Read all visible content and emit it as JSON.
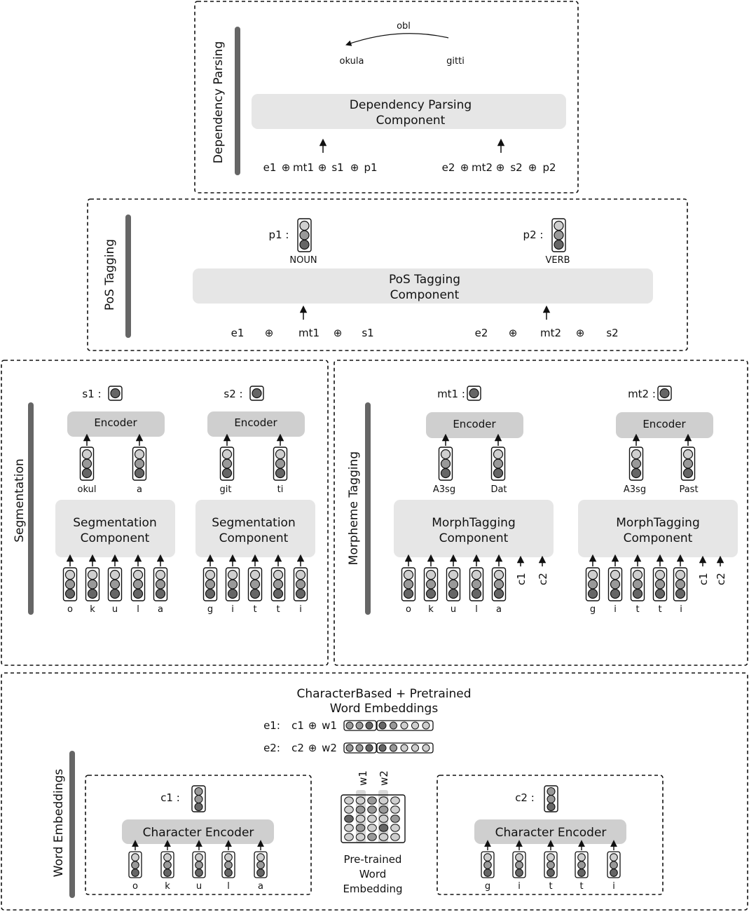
{
  "dep": {
    "side": "Dependency Parsing",
    "arc": "obl",
    "w1": "okula",
    "w2": "gitti",
    "comp1": "Dependency Parsing",
    "comp2": "Component",
    "in1": [
      "e1",
      "mt1",
      "s1",
      "p1"
    ],
    "in2": [
      "e2",
      "mt2",
      "s2",
      "p2"
    ]
  },
  "pos": {
    "side": "PoS Tagging",
    "p1": "p1 :",
    "p2": "p2 :",
    "tag1": "NOUN",
    "tag2": "VERB",
    "comp1": "PoS Tagging",
    "comp2": "Component",
    "in1": [
      "e1",
      "mt1",
      "s1"
    ],
    "in2": [
      "e2",
      "mt2",
      "s2"
    ]
  },
  "seg": {
    "side": "Segmentation",
    "s1": "s1 :",
    "s2": "s2 :",
    "encoder": "Encoder",
    "morphs1": [
      "okul",
      "a"
    ],
    "morphs2": [
      "git",
      "ti"
    ],
    "comp1": "Segmentation",
    "comp2": "Component",
    "chars1": [
      "o",
      "k",
      "u",
      "l",
      "a"
    ],
    "chars2": [
      "g",
      "i",
      "t",
      "t",
      "i"
    ]
  },
  "morph": {
    "side": "Morpheme Tagging",
    "mt1": "mt1 :",
    "mt2": "mt2 :",
    "encoder": "Encoder",
    "tags1": [
      "A3sg",
      "Dat"
    ],
    "tags2": [
      "A3sg",
      "Past"
    ],
    "comp1": "MorphTagging",
    "comp2": "Component",
    "chars1": [
      "o",
      "k",
      "u",
      "l",
      "a"
    ],
    "chars2": [
      "g",
      "i",
      "t",
      "t",
      "i"
    ],
    "ctx": [
      "c1",
      "c2"
    ]
  },
  "emb": {
    "side": "Word Embeddings",
    "title1": "CharacterBased + Pretrained",
    "title2": "Word Embeddings",
    "e1": "e1:",
    "e2": "e2:",
    "c1": "c1",
    "c2": "c2",
    "w1": "w1",
    "w2": "w2",
    "c1lbl": "c1 :",
    "c2lbl": "c2 :",
    "charenc": "Character Encoder",
    "chars1": [
      "o",
      "k",
      "u",
      "l",
      "a"
    ],
    "chars2": [
      "g",
      "i",
      "t",
      "t",
      "i"
    ],
    "pre1": "Pre-trained",
    "pre2": "Word",
    "pre3": "Embedding"
  },
  "symbols": {
    "oplus": "⊕"
  },
  "colors": {
    "dark": "#666666",
    "mid": "#999999",
    "light": "#cfcfcf",
    "component": "#e6e6e6",
    "encoder": "#cfcfcf"
  }
}
